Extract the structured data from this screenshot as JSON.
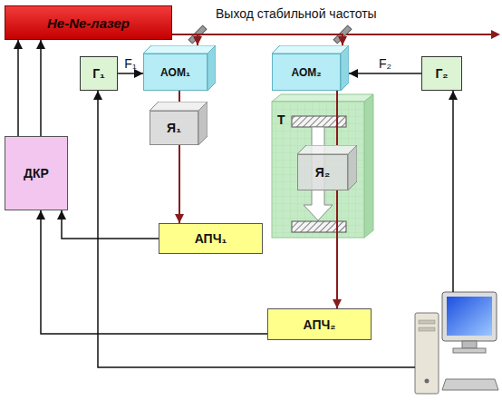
{
  "diagram": {
    "nodes": [
      {
        "text": [
          "He-Ne-лазер"
        ]
      },
      {
        "text": [
          "Г₁"
        ]
      },
      {
        "text": [
          "АОМ₁"
        ]
      },
      {
        "text": [
          "АОМ₂"
        ]
      },
      {
        "text": [
          "Г₂"
        ]
      },
      {
        "text": [
          "Я₁"
        ]
      },
      {
        "text": [
          "Я₂"
        ]
      },
      {
        "text": [
          "ДКР"
        ]
      },
      {
        "text": [
          "АПЧ₁"
        ]
      },
      {
        "text": [
          "АПЧ₂"
        ]
      }
    ],
    "edges": [
      {
        "from": 0,
        "to": 2,
        "arrow": "to"
      },
      {
        "from": 0,
        "to": 3,
        "arrow": "to"
      },
      {
        "from": 1,
        "to": 2,
        "label": "F₁",
        "arrow": "to"
      },
      {
        "from": 4,
        "to": 3,
        "label": "F₂",
        "arrow": "to"
      },
      {
        "from": 2,
        "to": 5,
        "arrow": "none"
      },
      {
        "from": 5,
        "to": 8,
        "arrow": "to"
      },
      {
        "from": 3,
        "to": 6,
        "arrow": "none"
      },
      {
        "from": 6,
        "to": 9,
        "arrow": "to"
      },
      {
        "from": 7,
        "to": 0,
        "arrow": "to"
      },
      {
        "from": 7,
        "to": 0,
        "arrow": "to"
      },
      {
        "from": 8,
        "to": 7,
        "arrow": "to"
      },
      {
        "from": 9,
        "to": 7,
        "arrow": "to"
      }
    ],
    "labels": [
      "Выход стабильной частоты",
      "Т"
    ]
  }
}
